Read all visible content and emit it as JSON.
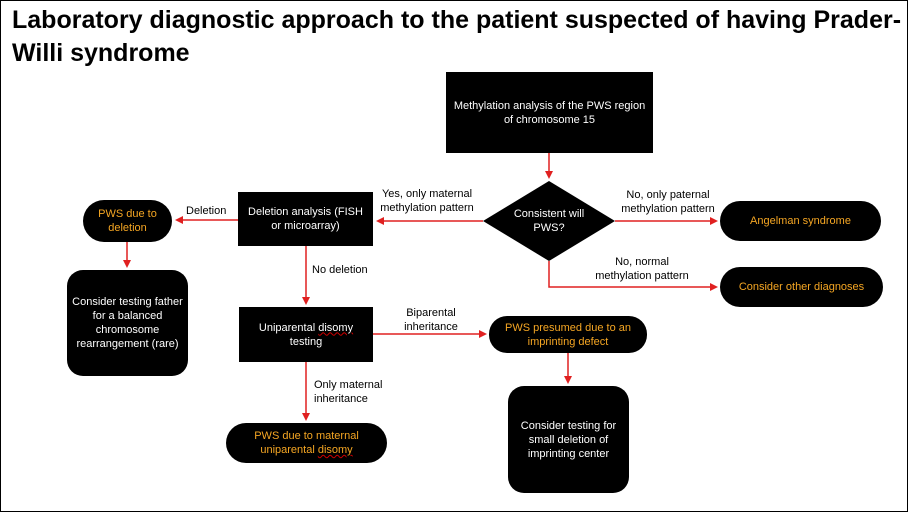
{
  "title": "Laboratory diagnostic approach to the patient suspected of having Prader-Willi syndrome",
  "nodes": {
    "methylation": "Methylation analysis of the PWS region of chromosome 15",
    "consistent": "Consistent will PWS?",
    "deletion_analysis": "Deletion analysis (FISH or microarray)",
    "pws_deletion": "PWS due to deletion",
    "consider_father": "Consider testing father for a balanced chromosome rearrangement (rare)",
    "upd_testing_a": "Uniparental ",
    "upd_testing_b": "disomy",
    "upd_testing_c": " testing",
    "angelman": "Angelman syndrome",
    "other_diagnoses": "Consider other diagnoses",
    "imprinting_defect": "PWS presumed due to an imprinting defect",
    "small_deletion": "Consider testing for small deletion of imprinting center",
    "maternal_upd_a": "PWS due to maternal uniparental ",
    "maternal_upd_b": "disomy"
  },
  "edge_labels": {
    "yes_maternal": "Yes, only maternal methylation pattern",
    "no_paternal": "No, only paternal methylation pattern",
    "no_normal": "No, normal methylation pattern",
    "deletion": "Deletion",
    "no_deletion": "No deletion",
    "biparental": "Biparental inheritance",
    "only_maternal": "Only maternal inheritance"
  },
  "colors": {
    "box": "#000000",
    "box_text": "#ffffff",
    "outcome_text": "#f5a623",
    "arrow": "#e02020"
  }
}
